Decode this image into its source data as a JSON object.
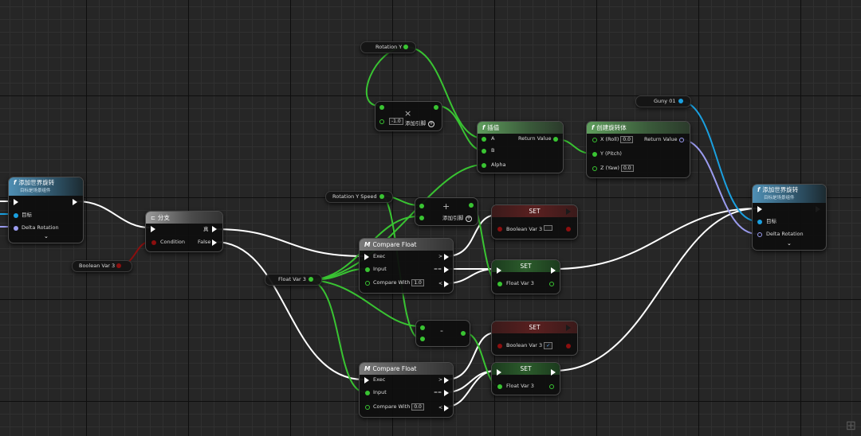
{
  "nodes": {
    "add_rot_left": {
      "title": "添加世界旋转",
      "subtitle": "目标是场景组件",
      "target": "目标",
      "delta": "Delta Rotation"
    },
    "branch": {
      "title": "分支",
      "condition": "Condition",
      "true_label": "真",
      "false_label": "False"
    },
    "boolean_var_left": {
      "label": "Boolean Var 3"
    },
    "rotation_y": {
      "label": "Rotation Y"
    },
    "multiply": {
      "value": "-1.0",
      "add_pin": "添加引脚",
      "symbol": "×"
    },
    "lerp": {
      "title": "插值",
      "a": "A",
      "b": "B",
      "alpha": "Alpha",
      "return": "Return Value"
    },
    "make_rot": {
      "title": "创建旋转体",
      "x_label": "X (Roll)",
      "x_val": "0.0",
      "y_label": "Y (Pitch)",
      "z_label": "Z (Yaw)",
      "z_val": "0.0",
      "return": "Return Value"
    },
    "gun01": {
      "label": "Guny 01"
    },
    "add_rot_right": {
      "title": "添加世界旋转",
      "subtitle": "目标是场景组件",
      "target": "目标",
      "delta": "Delta Rotation"
    },
    "rotation_y_speed": {
      "label": "Rotation Y Speed"
    },
    "add_node": {
      "add_pin": "添加引脚",
      "symbol": "+"
    },
    "float_var_getter": {
      "label": "Float Var 3"
    },
    "compare_top": {
      "title": "Compare Float",
      "exec": "Exec",
      "input": "Input",
      "compare_with": "Compare With",
      "compare_val": "1.0",
      "gt": ">",
      "eq": "==",
      "lt": "<"
    },
    "compare_bottom": {
      "title": "Compare Float",
      "exec": "Exec",
      "input": "Input",
      "compare_with": "Compare With",
      "compare_val": "0.0",
      "gt": ">",
      "eq": "==",
      "lt": "<"
    },
    "set_bool_top": {
      "title": "SET",
      "var": "Boolean Var 3"
    },
    "set_float_top": {
      "title": "SET",
      "var": "Float Var 3"
    },
    "subtract": {
      "symbol": "-"
    },
    "set_bool_bottom": {
      "title": "SET",
      "var": "Boolean Var 3"
    },
    "set_float_bottom": {
      "title": "SET",
      "var": "Float Var 3"
    }
  },
  "colors": {
    "exec": "#ffffff",
    "float": "#39c432",
    "object": "#1aa0e0",
    "rotator": "#9b9cf0",
    "boolean": "#8c0f0f"
  },
  "icons": {
    "function": "f",
    "macro": "M",
    "branch": "branch-icon",
    "checkbox_checked": "check-icon"
  }
}
